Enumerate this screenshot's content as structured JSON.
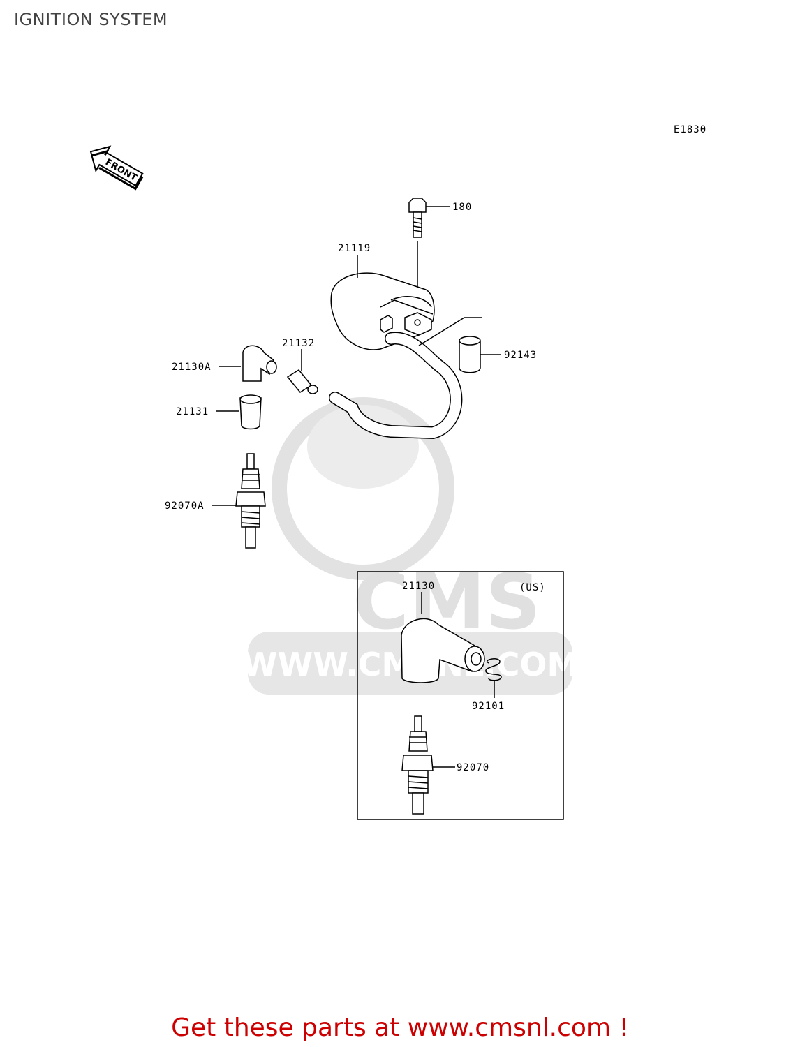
{
  "page": {
    "title": "IGNITION SYSTEM",
    "diagram_code": "E1830",
    "front_label": "FRONT",
    "footer_link": "Get these parts at www.cmsnl.com !"
  },
  "watermark": {
    "brand": "CMS",
    "url": "WWW.CMSNL.COM"
  },
  "parts": {
    "p180": "180",
    "p21119": "21119",
    "p21132": "21132",
    "p21130A": "21130A",
    "p92143": "92143",
    "p21131": "21131",
    "p92070A": "92070A"
  },
  "us_box": {
    "region": "(US)",
    "p21130": "21130",
    "p92101": "92101",
    "p92070": "92070"
  },
  "colors": {
    "footer_red": "#cc0000",
    "line": "#000000",
    "watermark": "#d9d9d9"
  }
}
